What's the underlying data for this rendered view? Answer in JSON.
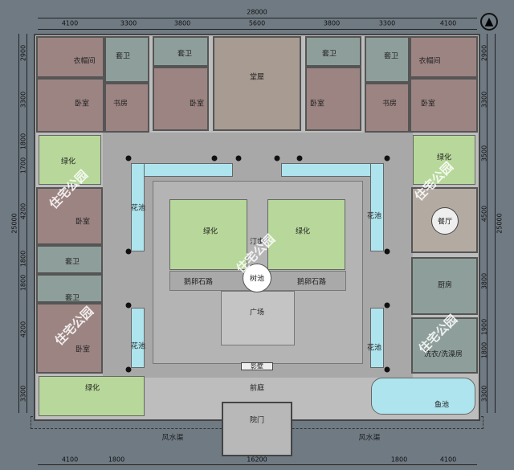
{
  "dimensions": {
    "top_total": "28000",
    "top": [
      "4100",
      "3300",
      "3800",
      "5600",
      "3800",
      "3300",
      "4100"
    ],
    "bottom": [
      "4100",
      "1800",
      "16200",
      "1800",
      "4100"
    ],
    "left_total": "25000",
    "left": [
      "2900",
      "3300",
      "1800",
      "1700",
      "4200",
      "1800",
      "1800",
      "4200",
      "3300"
    ],
    "right_total": "25000",
    "right": [
      "2900",
      "3300",
      "3500",
      "4500",
      "3800",
      "1900",
      "1800",
      "3300"
    ]
  },
  "rooms": {
    "cloakroom": "衣帽间",
    "bedroom": "卧室",
    "ensuite": "套卫",
    "study": "书房",
    "hall": "堂屋",
    "greenery": "绿化",
    "dining": "餐厅",
    "kitchen": "厨房",
    "laundry": "洗衣/洗澡房",
    "fish_pond": "鱼池",
    "flower_bed": "花池",
    "stepping_stones": "汀步",
    "tree_pool": "树池",
    "pebble_path": "鹅卵石路",
    "plaza": "广场",
    "screen_wall": "影壁",
    "front_court": "前庭",
    "gate": "院门",
    "water_channel": "风水渠"
  },
  "watermark": "住宅公园",
  "compass_icon": "north-arrow-icon",
  "colors": {
    "room": "#9c8482",
    "bath": "#8e9f9b",
    "green": "#b7d89a",
    "pool": "#aee4ee",
    "court": "#a8a8a8",
    "background": "#6f7a83"
  }
}
